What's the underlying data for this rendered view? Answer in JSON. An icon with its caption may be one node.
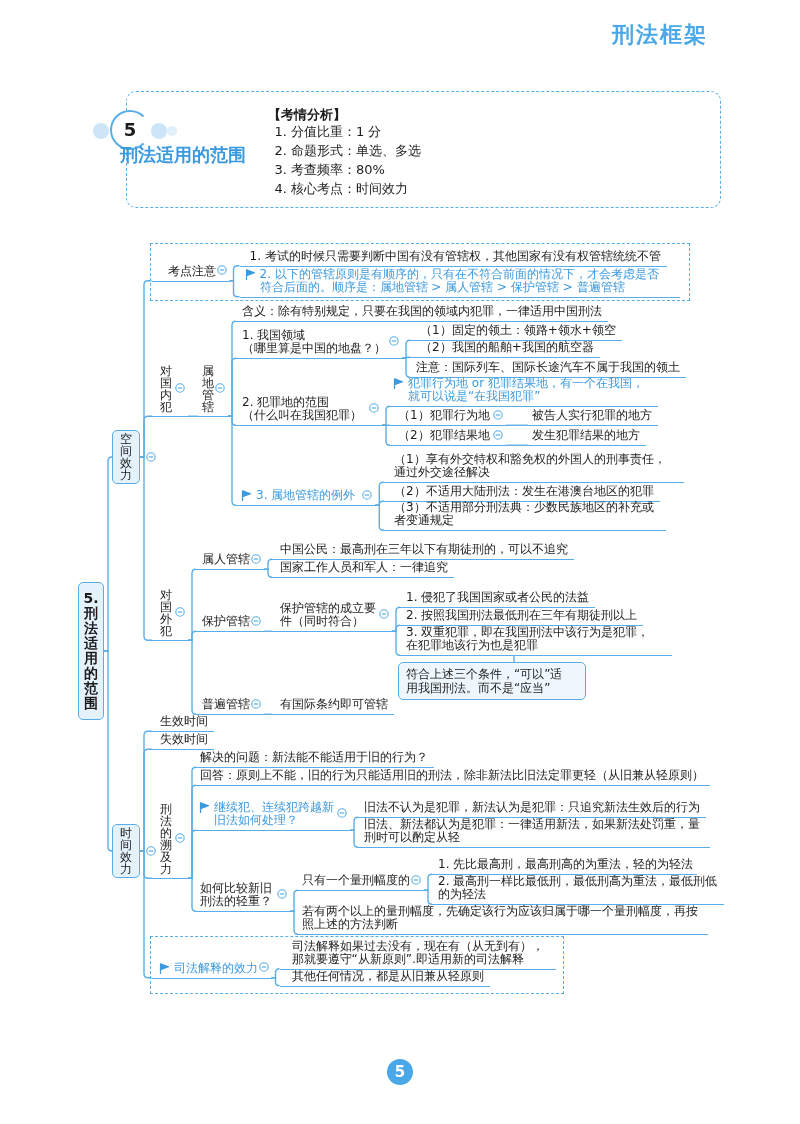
{
  "diagram": {
    "title": "刑法适用的范围",
    "nodes": [
      {
        "text": [
          "5"
        ]
      },
      {
        "text": [
          "【考情分析】",
          "1. 分值比重：1 分",
          "2. 命题形式：单选、多选",
          "3. 考查频率：80%",
          "4. 核心考点：时间效力"
        ]
      },
      {
        "text": [
          "5. 刑法适用的范围"
        ]
      },
      {
        "text": [
          "空间效力"
        ]
      },
      {
        "text": [],
        "shape": "box"
      },
      {
        "text": [
          "考点注意"
        ],
        "in": 4
      },
      {
        "text": [
          "1. 考试的时候只需要判断中国有没有管辖权，其他国家有没有权管辖统统不管"
        ],
        "in": 4
      },
      {
        "text": [
          "2. 以下的管辖原则是有顺序的，只有在不符合前面的情况下，才会考虑是否符合后面的。顺序是：属地管辖 > 属人管辖 > 保护管辖 > 普遍管辖"
        ],
        "in": 4
      },
      {
        "text": [
          "对国内犯"
        ]
      },
      {
        "text": [
          "属地管辖"
        ]
      },
      {
        "text": [
          "含义：除有特别规定，只要在我国的领域内犯罪，一律适用中国刑法"
        ]
      },
      {
        "text": [
          "1. 我国领域（哪里算是中国的地盘？）"
        ]
      },
      {
        "text": [
          "（1）固定的领土：领路+领水+领空"
        ]
      },
      {
        "text": [
          "（2）我国的船舶+我国的航空器"
        ]
      },
      {
        "text": [
          "注意：国际列车、国际长途汽车不属于我国的领土"
        ]
      },
      {
        "text": [
          "2. 犯罪地的范围（什么叫在我国犯罪）"
        ]
      },
      {
        "text": [
          "犯罪行为地 or 犯罪结果地，有一个在我国，就可以说是“在我国犯罪”"
        ]
      },
      {
        "text": [
          "（1）犯罪行为地"
        ]
      },
      {
        "text": [
          "被告人实行犯罪的地方"
        ]
      },
      {
        "text": [
          "（2）犯罪结果地"
        ]
      },
      {
        "text": [
          "发生犯罪结果的地方"
        ]
      },
      {
        "text": [
          "3. 属地管辖的例外"
        ]
      },
      {
        "text": [
          "（1）享有外交特权和豁免权的外国人的刑事责任，通过外交途径解决"
        ]
      },
      {
        "text": [
          "（2）不适用大陆刑法：发生在港澳台地区的犯罪"
        ]
      },
      {
        "text": [
          "（3）不适用部分刑法典：少数民族地区的补充或者变通规定"
        ]
      },
      {
        "text": [
          "对国外犯"
        ]
      },
      {
        "text": [
          "属人管辖"
        ]
      },
      {
        "text": [
          "中国公民：最高刑在三年以下有期徒刑的，可以不追究"
        ]
      },
      {
        "text": [
          "国家工作人员和军人：一律追究"
        ]
      },
      {
        "text": [
          "保护管辖"
        ]
      },
      {
        "text": [
          "保护管辖的成立要件（同时符合）"
        ]
      },
      {
        "text": [
          "1. 侵犯了我国国家或者公民的法益"
        ]
      },
      {
        "text": [
          "2. 按照我国刑法最低刑在三年有期徒刑以上"
        ]
      },
      {
        "text": [
          "3. 双重犯罪，即在我国刑法中该行为是犯罪，在犯罪地该行为也是犯罪"
        ]
      },
      {
        "text": [
          "符合上述三个条件，“可以”适用我国刑法。而不是“应当”"
        ]
      },
      {
        "text": [
          "普遍管辖"
        ]
      },
      {
        "text": [
          "有国际条约即可管辖"
        ]
      },
      {
        "text": [
          "时间效力"
        ]
      },
      {
        "text": [
          "生效时间"
        ]
      },
      {
        "text": [
          "失效时间"
        ]
      },
      {
        "text": [
          "刑法的溯及力"
        ]
      },
      {
        "text": [
          "解决的问题：新法能不能适用于旧的行为？"
        ]
      },
      {
        "text": [
          "回答：原则上不能，旧的行为只能适用旧的刑法，除非新法比旧法定罪更轻（从旧兼从轻原则）"
        ]
      },
      {
        "text": [
          "继续犯、连续犯跨越新旧法如何处理？"
        ]
      },
      {
        "text": [
          "旧法不认为是犯罪，新法认为是犯罪：只追究新法生效后的行为"
        ]
      },
      {
        "text": [
          "旧法、新法都认为是犯罪：一律适用新法，如果新法处罚重，量刑时可以酌定从轻"
        ]
      },
      {
        "text": [
          "如何比较新旧刑法的轻重？"
        ]
      },
      {
        "text": [
          "只有一个量刑幅度的"
        ]
      },
      {
        "text": [
          "1. 先比最高刑，最高刑高的为重法，轻的为轻法"
        ]
      },
      {
        "text": [
          "2. 最高刑一样比最低刑，最低刑高为重法，最低刑低的为轻法"
        ]
      },
      {
        "text": [
          "若有两个以上的量刑幅度，先确定该行为应该归属于哪一个量刑幅度，再按照上述的方法判断"
        ]
      },
      {
        "text": [],
        "shape": "box"
      },
      {
        "text": [
          "司法解释的效力"
        ],
        "in": 51
      },
      {
        "text": [
          "司法解释如果过去没有，现在有（从无到有），那就要遵守“从新原则”.即适用新的司法解释"
        ],
        "in": 51
      },
      {
        "text": [
          "其他任何情况，都是从旧兼从轻原则"
        ],
        "in": 51
      },
      {
        "text": [
          "5"
        ]
      }
    ],
    "edges": [
      {
        "from": 2,
        "to": 3,
        "arrow": "none"
      },
      {
        "from": 2,
        "to": 37,
        "arrow": "none"
      },
      {
        "from": 3,
        "to": 5,
        "arrow": "none"
      },
      {
        "from": 3,
        "to": 8,
        "arrow": "none"
      },
      {
        "from": 3,
        "to": 25,
        "arrow": "none"
      },
      {
        "from": 5,
        "to": 6,
        "arrow": "none"
      },
      {
        "from": 5,
        "to": 7,
        "arrow": "none"
      },
      {
        "from": 8,
        "to": 9,
        "arrow": "none"
      },
      {
        "from": 9,
        "to": 10,
        "arrow": "none"
      },
      {
        "from": 9,
        "to": 11,
        "arrow": "none"
      },
      {
        "from": 9,
        "to": 15,
        "arrow": "none"
      },
      {
        "from": 9,
        "to": 21,
        "arrow": "none"
      },
      {
        "from": 11,
        "to": 12,
        "arrow": "none"
      },
      {
        "from": 11,
        "to": 13,
        "arrow": "none"
      },
      {
        "from": 11,
        "to": 14,
        "arrow": "none"
      },
      {
        "from": 15,
        "to": 16,
        "arrow": "none"
      },
      {
        "from": 15,
        "to": 17,
        "arrow": "none"
      },
      {
        "from": 15,
        "to": 19,
        "arrow": "none"
      },
      {
        "from": 17,
        "to": 18,
        "arrow": "none"
      },
      {
        "from": 19,
        "to": 20,
        "arrow": "none"
      },
      {
        "from": 21,
        "to": 22,
        "arrow": "none"
      },
      {
        "from": 21,
        "to": 23,
        "arrow": "none"
      },
      {
        "from": 21,
        "to": 24,
        "arrow": "none"
      },
      {
        "from": 25,
        "to": 26,
        "arrow": "none"
      },
      {
        "from": 25,
        "to": 29,
        "arrow": "none"
      },
      {
        "from": 25,
        "to": 35,
        "arrow": "none"
      },
      {
        "from": 26,
        "to": 27,
        "arrow": "none"
      },
      {
        "from": 26,
        "to": 28,
        "arrow": "none"
      },
      {
        "from": 29,
        "to": 30,
        "arrow": "none"
      },
      {
        "from": 30,
        "to": 31,
        "arrow": "none"
      },
      {
        "from": 30,
        "to": 32,
        "arrow": "none"
      },
      {
        "from": 30,
        "to": 33,
        "arrow": "none"
      },
      {
        "from": 34,
        "to": 33,
        "arrow": "none"
      },
      {
        "from": 35,
        "to": 36,
        "arrow": "none"
      },
      {
        "from": 37,
        "to": 38,
        "arrow": "none"
      },
      {
        "from": 37,
        "to": 39,
        "arrow": "none"
      },
      {
        "from": 37,
        "to": 40,
        "arrow": "none"
      },
      {
        "from": 37,
        "to": 52,
        "arrow": "none"
      },
      {
        "from": 40,
        "to": 41,
        "arrow": "none"
      },
      {
        "from": 40,
        "to": 42,
        "arrow": "none"
      },
      {
        "from": 40,
        "to": 43,
        "arrow": "none"
      },
      {
        "from": 40,
        "to": 46,
        "arrow": "none"
      },
      {
        "from": 43,
        "to": 44,
        "arrow": "none"
      },
      {
        "from": 43,
        "to": 45,
        "arrow": "none"
      },
      {
        "from": 46,
        "to": 47,
        "arrow": "none"
      },
      {
        "from": 46,
        "to": 50,
        "arrow": "none"
      },
      {
        "from": 47,
        "to": 48,
        "arrow": "none"
      },
      {
        "from": 47,
        "to": 49,
        "arrow": "none"
      },
      {
        "from": 52,
        "to": 53,
        "arrow": "none"
      },
      {
        "from": 52,
        "to": 54,
        "arrow": "none"
      }
    ],
    "labels": [
      "刑法框架"
    ]
  }
}
